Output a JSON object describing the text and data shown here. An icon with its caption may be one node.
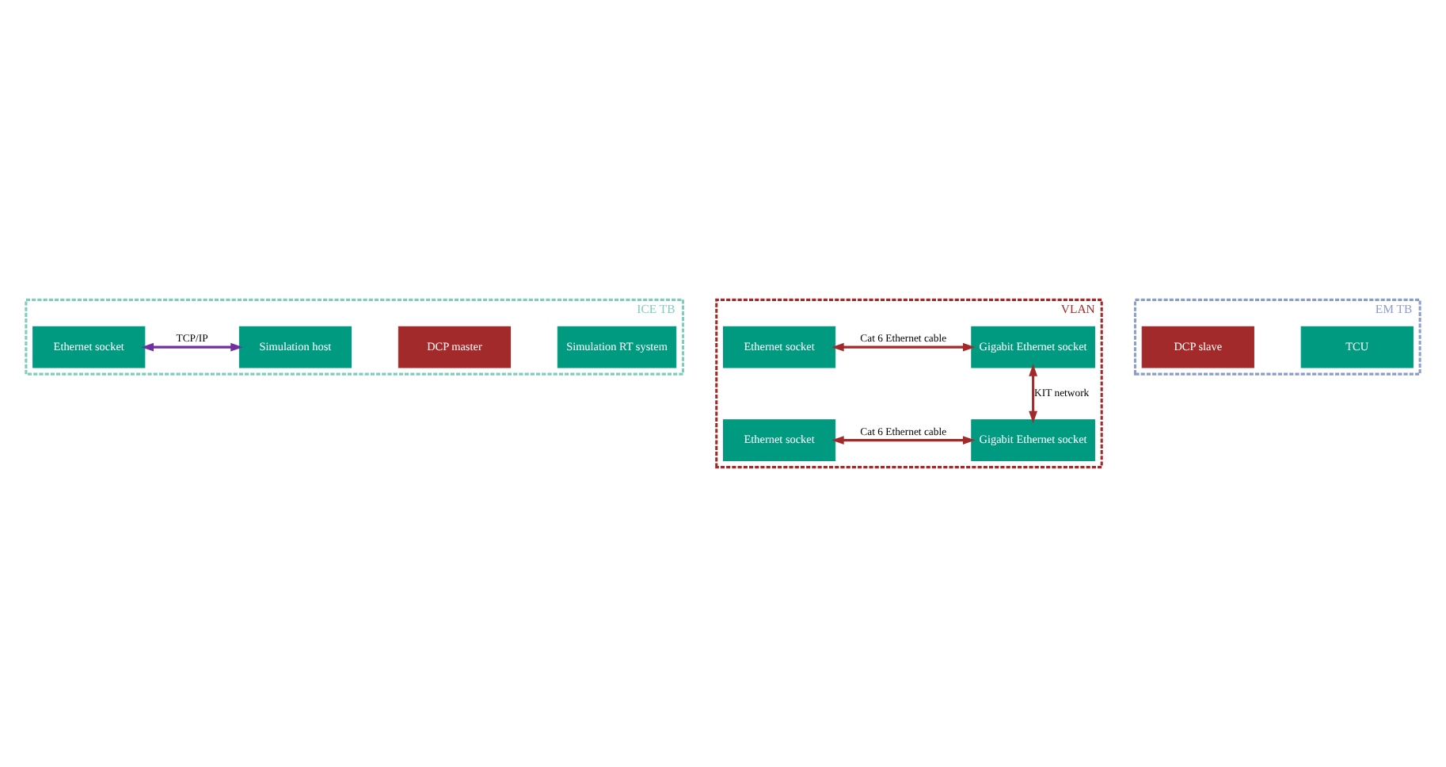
{
  "diagram": {
    "nodes": [
      {
        "text": [
          "ICE TB"
        ]
      },
      {
        "text": [
          "Simulation RT system"
        ],
        "in": 0
      },
      {
        "text": [
          "DCP master"
        ],
        "in": 0
      },
      {
        "text": [
          "Ethernet socket"
        ],
        "in": 0
      },
      {
        "text": [
          "Simulation host"
        ],
        "in": 0
      },
      {
        "text": [
          "VLAN"
        ]
      },
      {
        "text": [
          "Ethernet socket"
        ],
        "in": 5
      },
      {
        "text": [
          "Gigabit Ethernet socket"
        ],
        "in": 5
      },
      {
        "text": [
          "EM TB"
        ]
      },
      {
        "text": [
          "TCU"
        ],
        "in": 8
      },
      {
        "text": [
          "DCP slave"
        ],
        "in": 8
      },
      {
        "text": [
          "Ethernet socket"
        ],
        "in": 5
      },
      {
        "text": [
          "Gigabit Ethernet socket"
        ],
        "in": 5
      }
    ],
    "edges": [
      {
        "from": 3,
        "to": 4,
        "arrow": "both",
        "label": "TCP/IP",
        "color": "#7030a0"
      },
      {
        "from": 6,
        "to": 7,
        "arrow": "both",
        "label": "Cat 6 Ethernet cable"
      },
      {
        "from": 7,
        "to": 12,
        "arrow": "both",
        "label": "KIT network"
      },
      {
        "from": 11,
        "to": 12,
        "arrow": "both",
        "label": "Cat 6 Ethernet cable"
      }
    ]
  }
}
